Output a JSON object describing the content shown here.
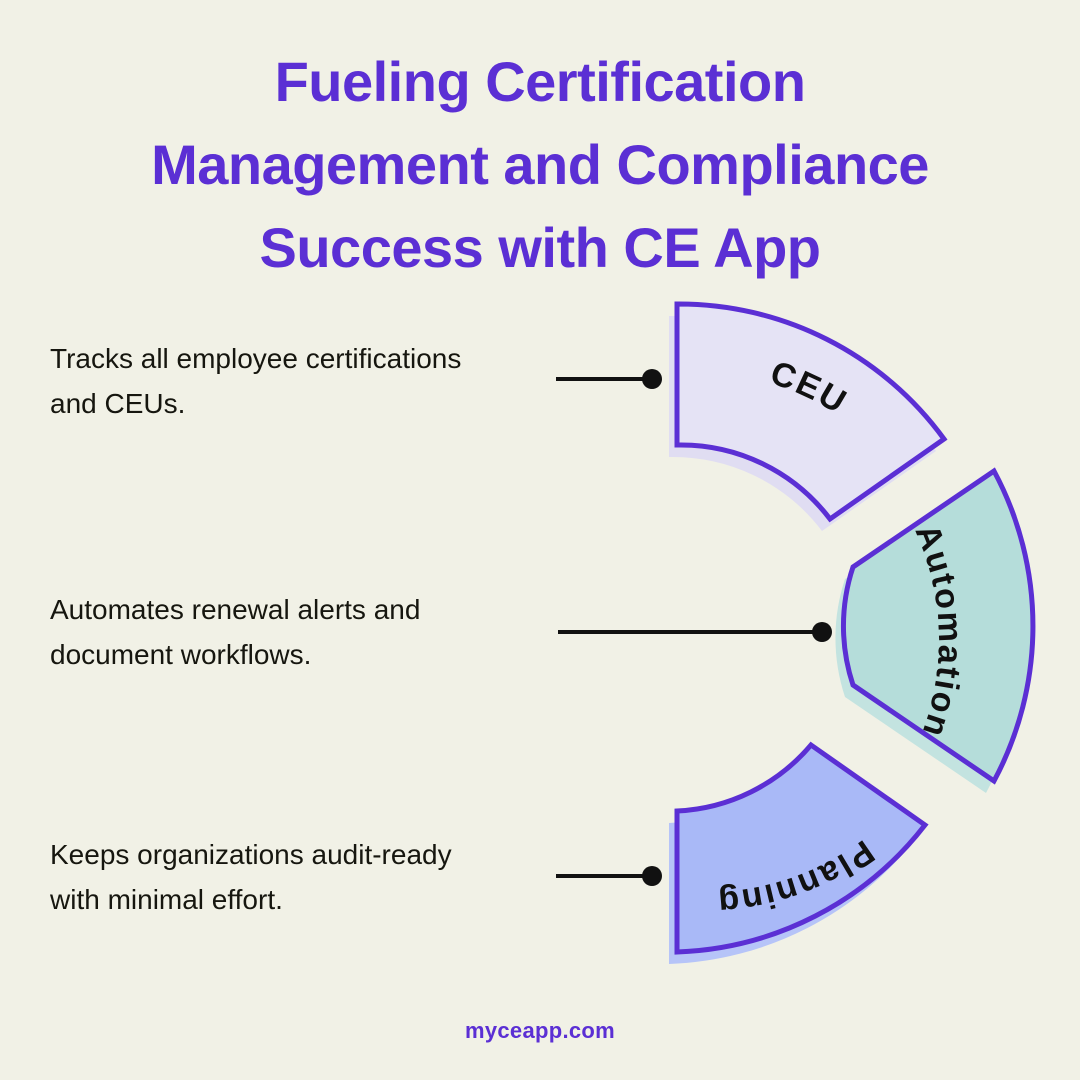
{
  "page": {
    "background_color": "#f1f1e6",
    "accent_color": "#5b2fd4",
    "text_color": "#16160f"
  },
  "title": {
    "lines": [
      "Fueling Certification",
      "Management and Compliance",
      "Success with CE App"
    ],
    "color": "#5b2fd4"
  },
  "features": [
    {
      "label": "CEU",
      "description_line_1": "Tracks all employee certifications",
      "description_line_2": "and CEUs.",
      "fill_color": "#e5e3f5",
      "shadow_color": "#e0ddf2",
      "stroke_color": "#5b2fd4"
    },
    {
      "label": "Automation",
      "description_line_1": "Automates renewal alerts and",
      "description_line_2": "document workflows.",
      "fill_color": "#b5ddda",
      "shadow_color": "#c3e3e0",
      "stroke_color": "#5b2fd4"
    },
    {
      "label": "Planning",
      "description_line_1": "Keeps organizations audit-ready",
      "description_line_2": "with minimal effort.",
      "fill_color": "#a9b9f7",
      "shadow_color": "#b6c4f8",
      "stroke_color": "#5b2fd4"
    }
  ],
  "footer": {
    "url": "myceapp.com",
    "color": "#5b2fd4"
  }
}
